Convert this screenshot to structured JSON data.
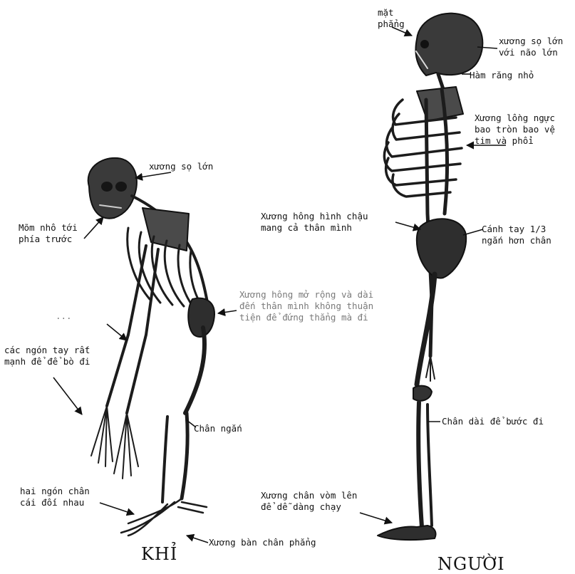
{
  "titles": {
    "ape": "KHỈ",
    "human": "NGƯỜI"
  },
  "ape_labels": {
    "skull": "xương sọ lớn",
    "snout": "Mõm nhô tới\nphía trước",
    "arms": "...",
    "fingers": "các ngón tay rất\nmạnh để để bò đi",
    "hip": "Xương hông mở rộng và dài\nđến thân mình không thuận\ntiện để đứng thẳng mà đi",
    "short_legs": "Chân ngắn",
    "toes": "hai ngón chân\ncái đối nhau",
    "flat_foot": "Xương bàn chân phẳng"
  },
  "human_labels": {
    "flat_face": "mặt\nphẳng",
    "skull": "xương sọ lớn\nvới não lớn",
    "small_jaw": "Hàm răng nhỏ",
    "rib_cage": "Xương lồng ngực\nbao tròn bao vệ\ntim và phổi",
    "pelvis": "Xương hông hình chậu\nmang cả thân mình",
    "arm_ratio": "Cánh tay 1/3\nngắn hơn chân",
    "long_legs": "Chân dài để bước đi",
    "arched_foot": "Xương chân vòm lên\nđể dễ dàng chạy"
  }
}
